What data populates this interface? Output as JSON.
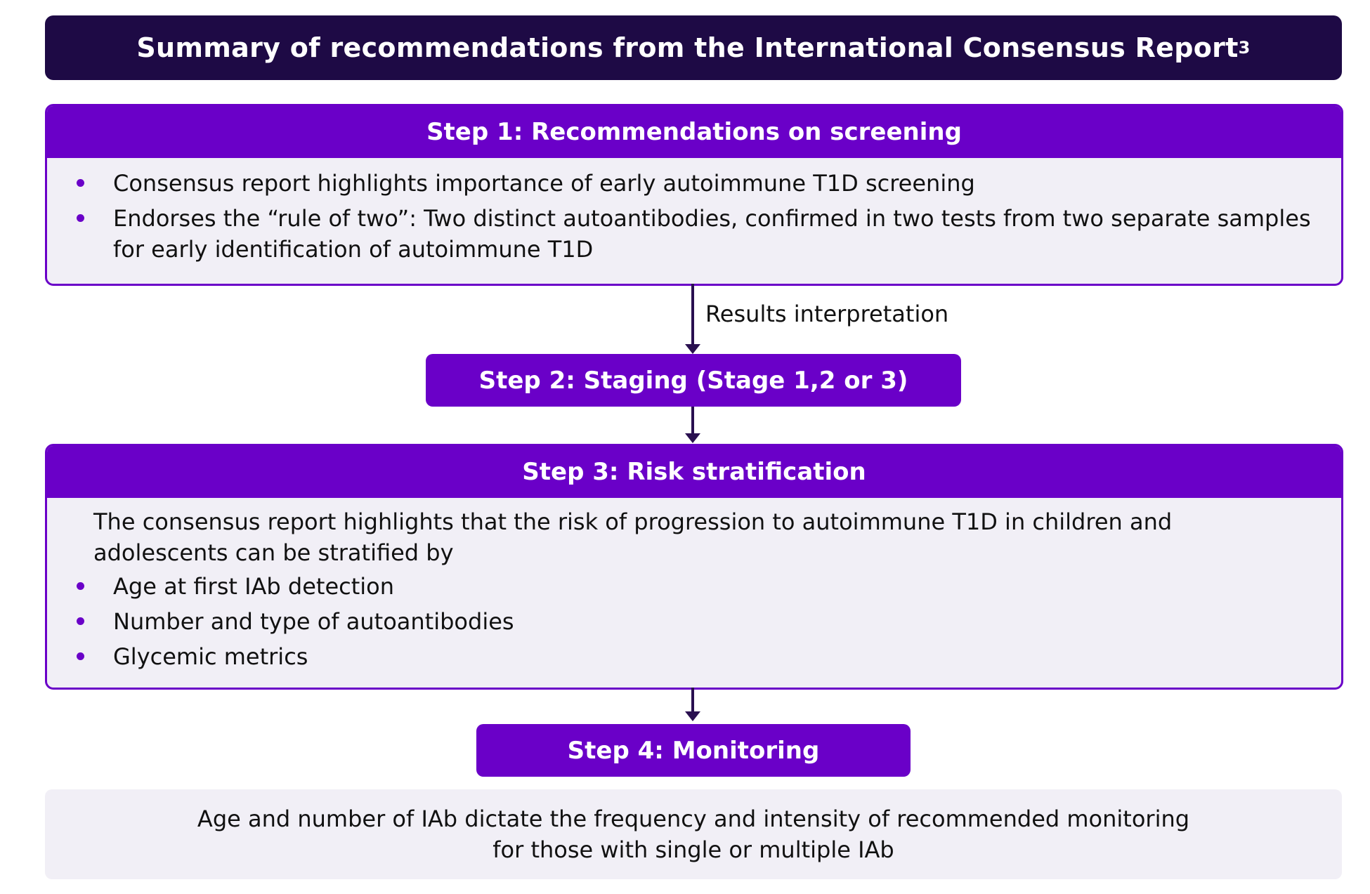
{
  "title": {
    "text": "Summary of recommendations from the International Consensus Report",
    "superscript": "3"
  },
  "step1": {
    "heading": "Step 1: Recommendations on screening",
    "bullets": [
      "Consensus report highlights importance of early autoimmune T1D screening",
      "Endorses the “rule of two”: Two distinct autoantibodies, confirmed in two tests from two separate samples for early identification of autoimmune T1D"
    ]
  },
  "connector1": {
    "label": "Results interpretation"
  },
  "step2": {
    "heading": "Step 2: Staging (Stage 1,2 or 3)"
  },
  "step3": {
    "heading": "Step 3: Risk stratification",
    "intro": "The consensus report highlights that the risk of progression to autoimmune T1D in children and adolescents can be stratified by",
    "bullets": [
      "Age at first IAb detection",
      "Number and type of autoantibodies",
      "Glycemic metrics"
    ]
  },
  "step4": {
    "heading": "Step 4: Monitoring",
    "line1": "Age and number of IAb dictate the frequency and intensity of recommended monitoring",
    "line2": "for those with single or multiple IAb"
  },
  "colors": {
    "title_bg": "#1e0a45",
    "step_purple": "#6a00c8",
    "box_bg": "#f1eff6",
    "arrow": "#2a1050"
  }
}
